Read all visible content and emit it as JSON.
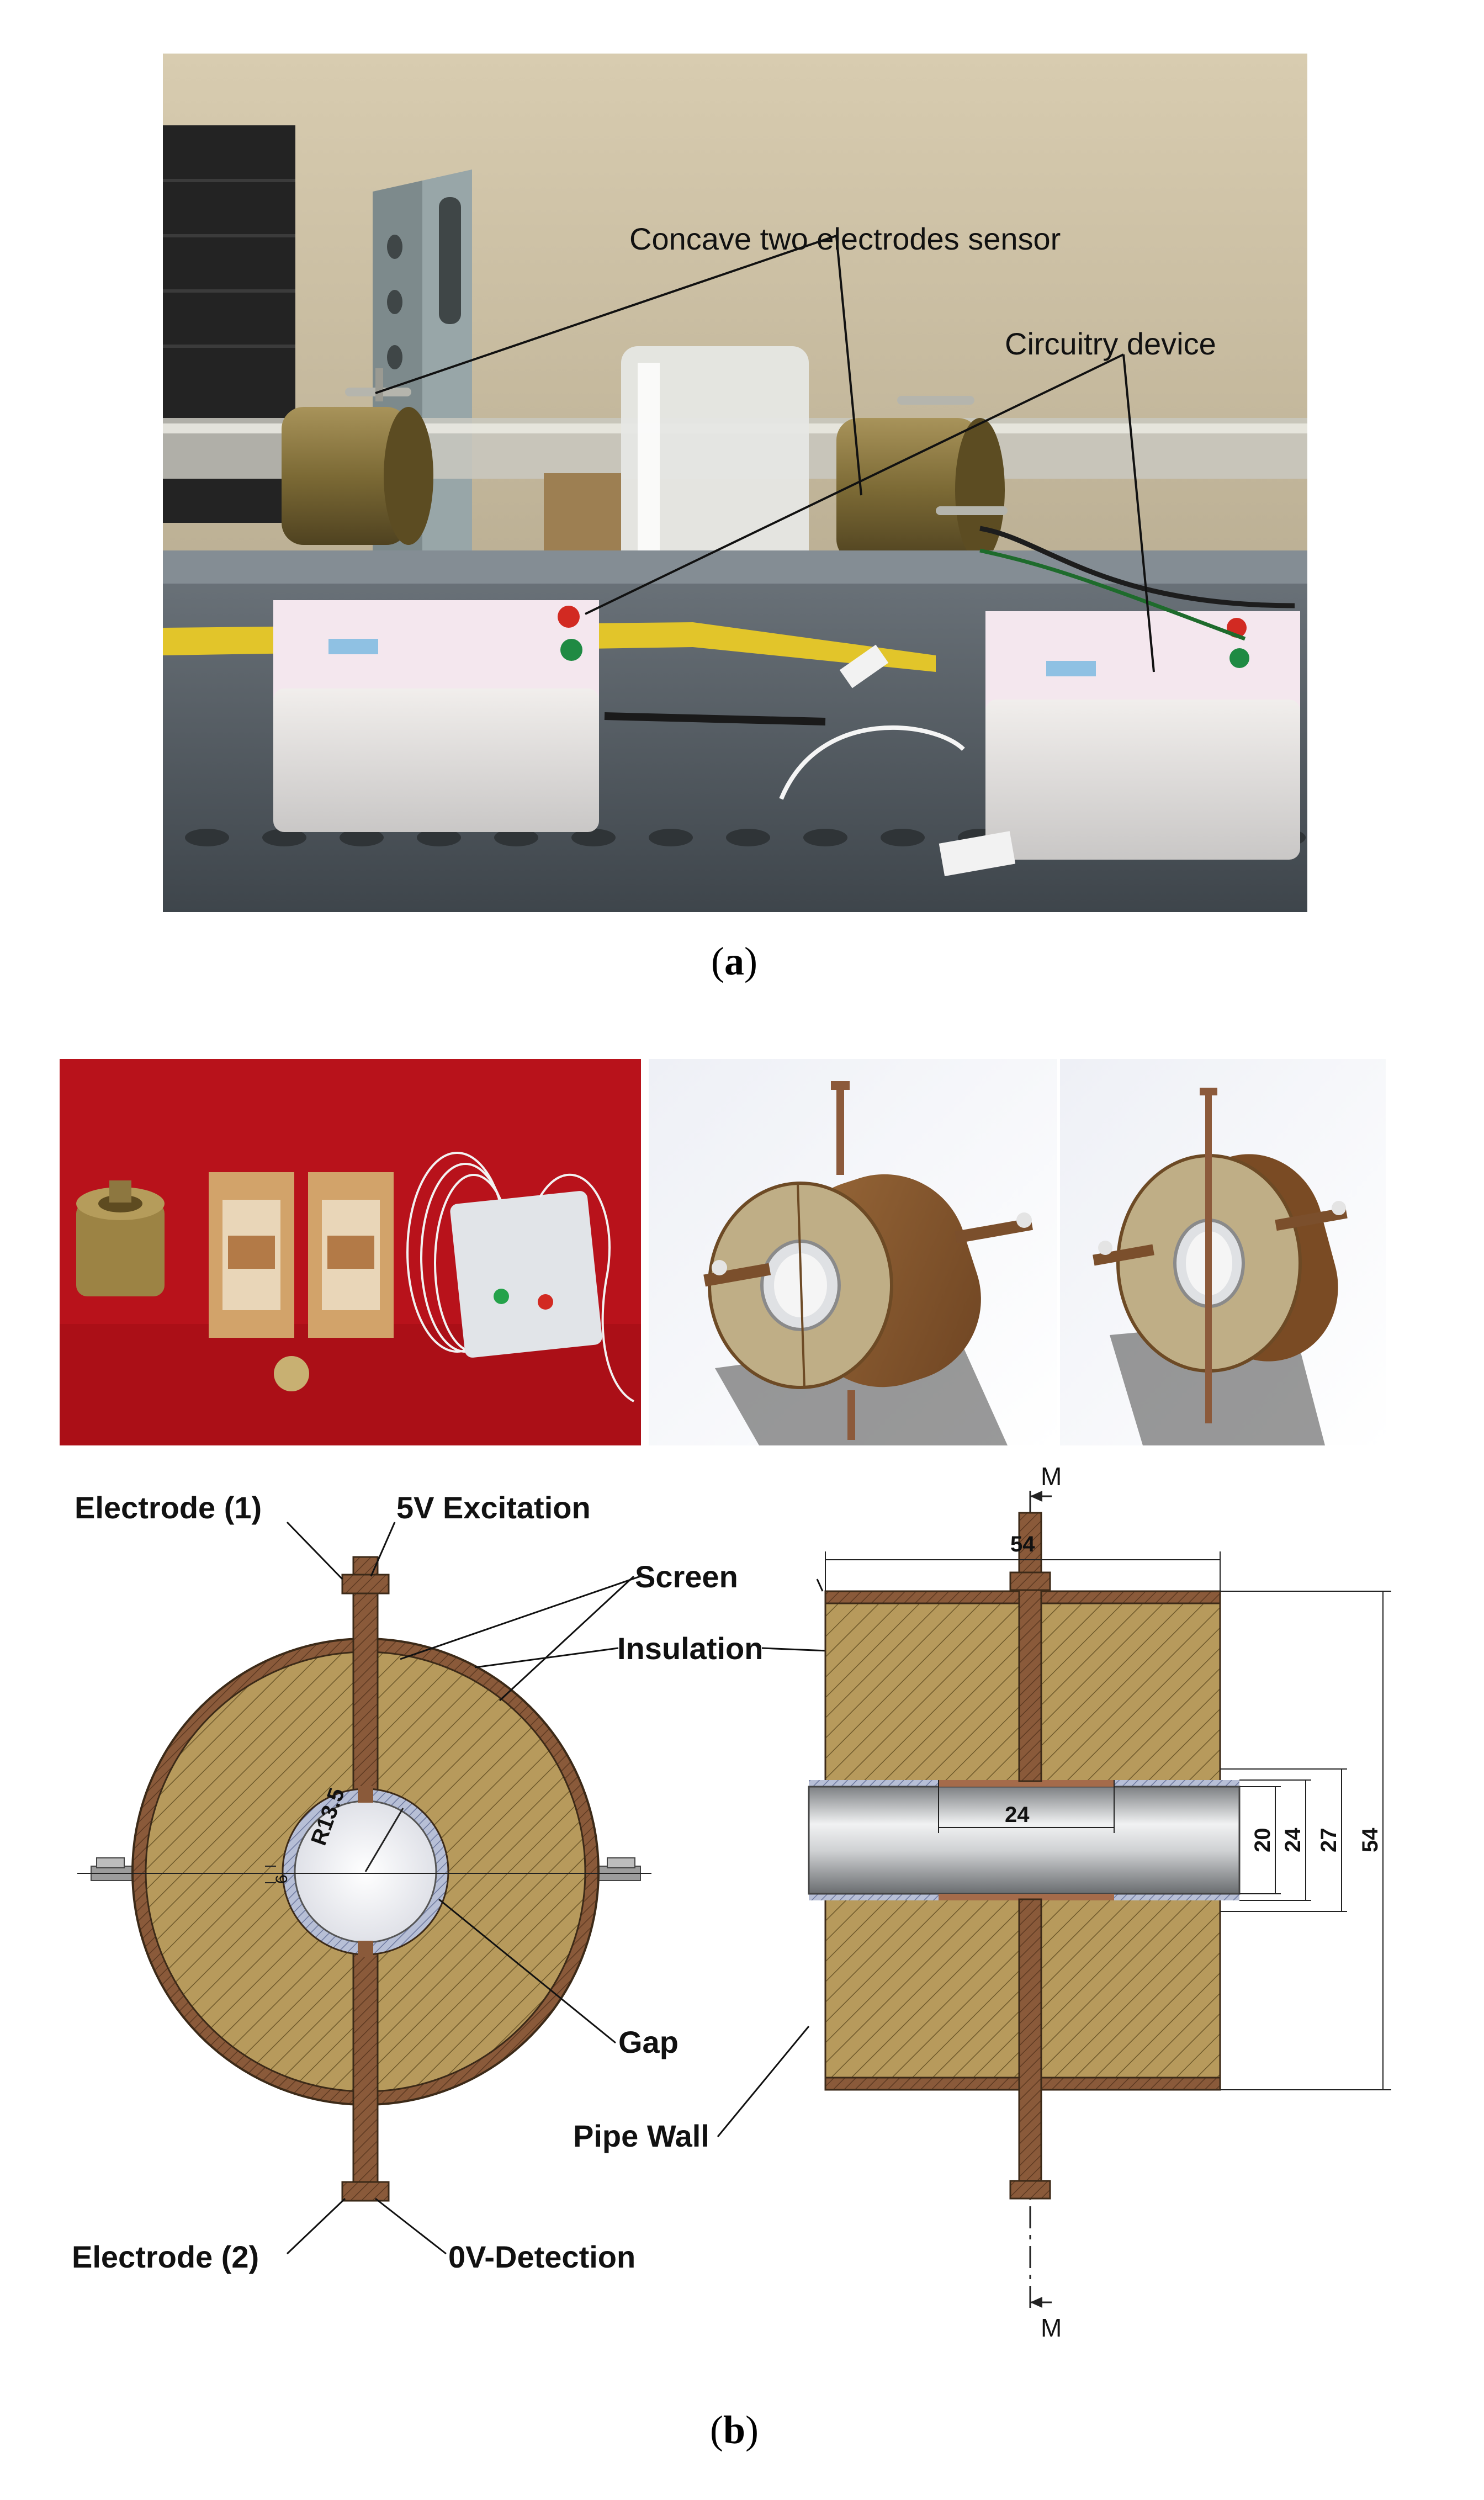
{
  "panel_a": {
    "sensor_label": "Concave two electrodes sensor",
    "circuit_label": "Circuitry device",
    "caption_open": "(",
    "caption_letter": "a",
    "caption_close": ")"
  },
  "panel_b": {
    "caption_open": "(",
    "caption_letter": "b",
    "caption_close": ")",
    "end_view": {
      "electrode1": "Electrode (1)",
      "excitation": "5V Excitation",
      "electrode2": "Electrode (2)",
      "detection": "0V-Detection",
      "gap": "Gap",
      "radius": "R13.5",
      "gap_dim": "6"
    },
    "side_view": {
      "screen": "Screen",
      "insulation": "Insulation",
      "pipe_wall": "Pipe Wall",
      "section_top": "M",
      "section_bottom": "M",
      "dim_length": "54",
      "dim_electrode": "24",
      "dim_inner": "20",
      "dim_outer_pipe": "24",
      "dim_insulation_inner": "27",
      "dim_total": "54"
    }
  },
  "colors": {
    "wood": "#b79a5c",
    "copper": "#8a5a3a",
    "red_background": "#b8121b",
    "render_brown": "#8b5a2b"
  }
}
